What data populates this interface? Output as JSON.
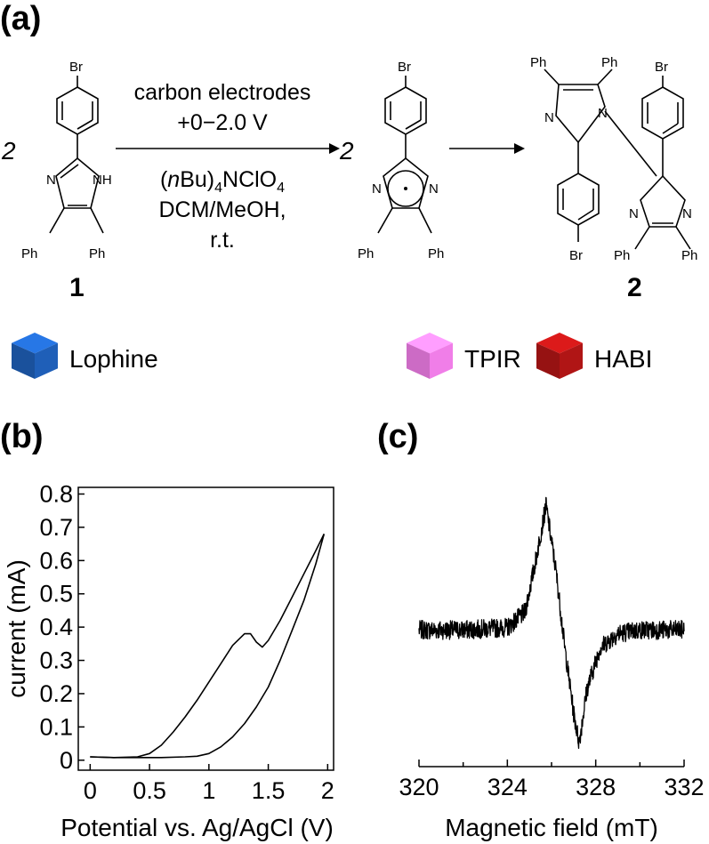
{
  "panels": {
    "a": "(a)",
    "b": "(b)",
    "c": "(c)"
  },
  "scheme": {
    "coef_left": "2",
    "coef_mid": "2",
    "cond_line1": "carbon electrodes",
    "cond_line2": "+0−2.0 V",
    "cond_line3_open": "(",
    "cond_line3_n": "n",
    "cond_line3_bu": "Bu)",
    "cond_line3_sub4": "4",
    "cond_line3_nclo": "NClO",
    "cond_line3_sub4b": "4",
    "cond_line4": "DCM/MeOH,",
    "cond_line5": "r.t.",
    "compound1": "1",
    "compound2": "2",
    "atoms": {
      "br": "Br",
      "ph": "Ph",
      "n": "N",
      "nh": "NH"
    }
  },
  "legend": [
    {
      "label": "Lophine",
      "color": "#1f5fb8"
    },
    {
      "label": "TPIR",
      "color": "#f07ee8"
    },
    {
      "label": "HABI",
      "color": "#b01515"
    }
  ],
  "chart_data": [
    {
      "type": "line",
      "panel": "(b)",
      "xlabel": "Potential vs. Ag/AgCl (V)",
      "ylabel": "current (mA)",
      "xlim": [
        -0.1,
        2.05
      ],
      "ylim": [
        -0.03,
        0.82
      ],
      "xticks": [
        0,
        0.5,
        1,
        1.5,
        2
      ],
      "xtick_labels": [
        "0",
        "0.5",
        "1",
        "1.5",
        "2"
      ],
      "yticks": [
        0,
        0.1,
        0.2,
        0.3,
        0.4,
        0.5,
        0.6,
        0.7,
        0.8
      ],
      "ytick_labels": [
        "0",
        "0.1",
        "0.2",
        "0.3",
        "0.4",
        "0.5",
        "0.6",
        "0.7",
        "0.8"
      ],
      "series": [
        {
          "x": [
            0.0,
            0.2,
            0.4,
            0.5,
            0.6,
            0.7,
            0.8,
            0.9,
            1.0,
            1.1,
            1.2,
            1.3,
            1.35,
            1.4,
            1.45,
            1.5,
            1.6,
            1.7,
            1.8,
            1.9,
            1.97
          ],
          "y": [
            0.01,
            0.008,
            0.01,
            0.02,
            0.045,
            0.085,
            0.13,
            0.18,
            0.235,
            0.29,
            0.345,
            0.38,
            0.38,
            0.355,
            0.34,
            0.36,
            0.42,
            0.49,
            0.56,
            0.63,
            0.68
          ]
        },
        {
          "x": [
            1.97,
            1.9,
            1.8,
            1.7,
            1.6,
            1.5,
            1.4,
            1.3,
            1.2,
            1.1,
            1.0,
            0.9,
            0.8,
            0.6,
            0.4,
            0.2,
            0.0
          ],
          "y": [
            0.68,
            0.59,
            0.48,
            0.39,
            0.3,
            0.22,
            0.16,
            0.11,
            0.07,
            0.04,
            0.02,
            0.012,
            0.01,
            0.008,
            0.008,
            0.008,
            0.01
          ]
        }
      ]
    },
    {
      "type": "line",
      "panel": "(c)",
      "xlabel": "Magnetic field (mT)",
      "ylabel": "",
      "xlim": [
        320,
        332
      ],
      "ylim": [
        -1.15,
        1.2
      ],
      "xticks": [
        320,
        322,
        324,
        326,
        328,
        330,
        332
      ],
      "xtick_labels": [
        "320",
        "",
        "324",
        "",
        "328",
        "",
        "332"
      ],
      "series": [
        {
          "x": [
            320,
            322,
            324,
            324.8,
            325.3,
            325.75,
            326.2,
            326.6,
            327.0,
            327.25,
            327.6,
            328.2,
            329,
            330,
            332
          ],
          "y": [
            0.0,
            0.0,
            0.02,
            0.15,
            0.6,
            1.05,
            0.5,
            -0.15,
            -0.7,
            -0.95,
            -0.5,
            -0.15,
            -0.03,
            0.0,
            0.0
          ]
        }
      ]
    }
  ]
}
